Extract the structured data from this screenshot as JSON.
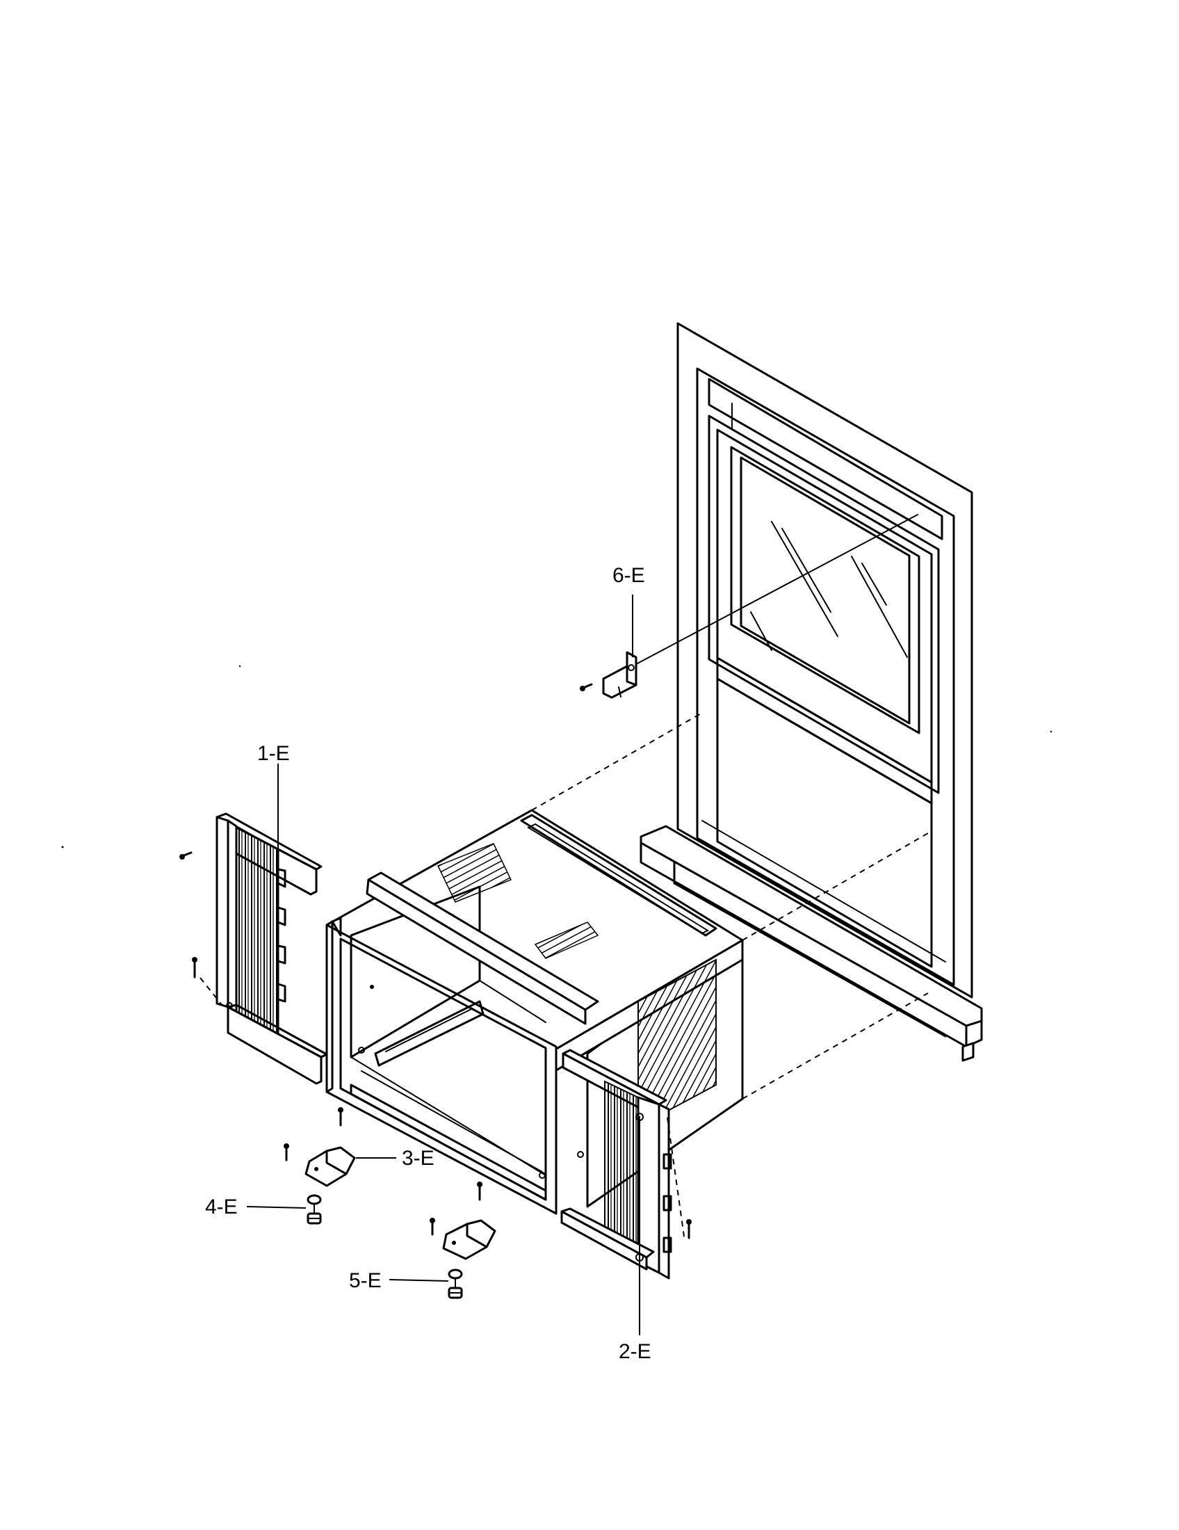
{
  "callouts": {
    "c1": "1-E",
    "c2": "2-E",
    "c3": "3-E",
    "c4": "4-E",
    "c5": "5-E",
    "c6": "6-E"
  }
}
